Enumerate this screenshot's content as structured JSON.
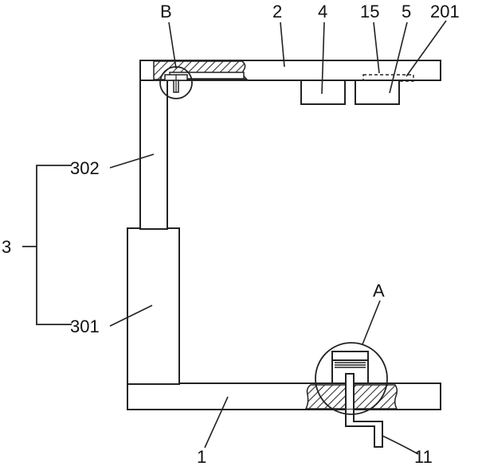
{
  "labels": {
    "B": "B",
    "n2": "2",
    "n4": "4",
    "n15": "15",
    "n5": "5",
    "n201": "201",
    "n302": "302",
    "n3": "3",
    "n301": "301",
    "A": "A",
    "n1": "1",
    "n11": "11"
  },
  "colors": {
    "line": "#222222",
    "fill": "#ffffff",
    "hatch": "#333333"
  }
}
